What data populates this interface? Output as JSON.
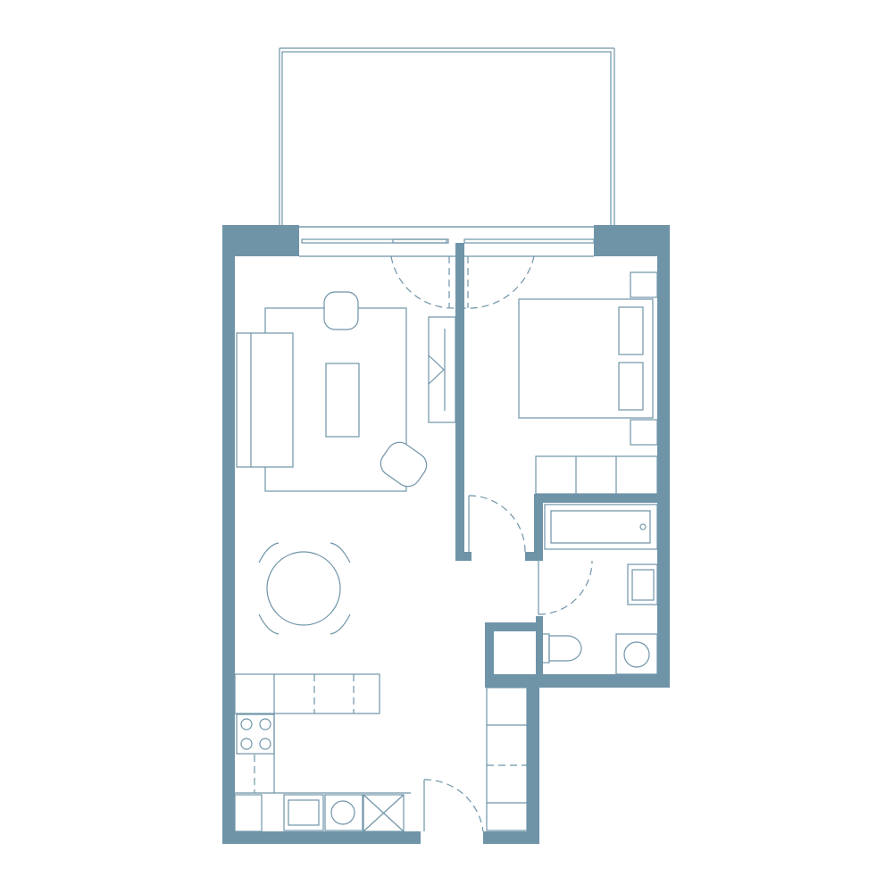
{
  "colors": {
    "wall": "#6f94a8",
    "background": "#ffffff"
  },
  "rooms": [
    "balcony",
    "living-room",
    "bedroom",
    "bathroom",
    "kitchen",
    "hallway",
    "storage"
  ]
}
